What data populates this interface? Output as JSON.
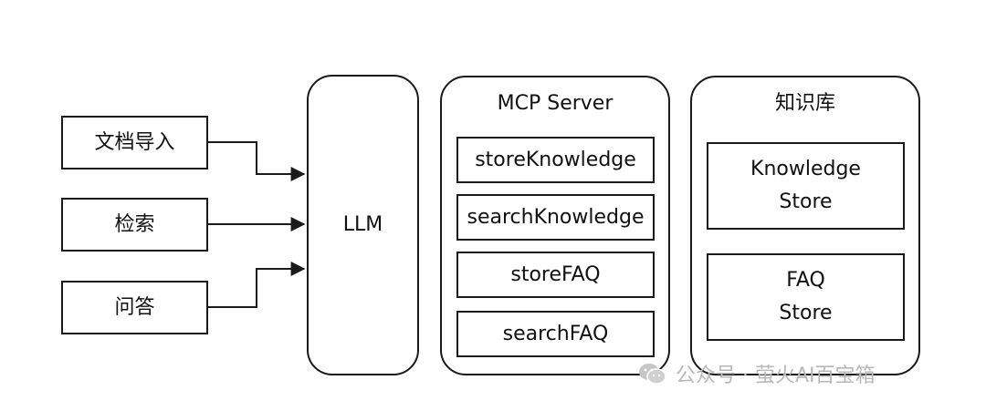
{
  "diagram": {
    "inputs": [
      "文档导入",
      "检索",
      "问答"
    ],
    "llm": "LLM",
    "mcp_server": {
      "title": "MCP Server",
      "tools": [
        "storeKnowledge",
        "searchKnowledge",
        "storeFAQ",
        "searchFAQ"
      ]
    },
    "knowledge_base": {
      "title": "知识库",
      "stores": [
        {
          "line1": "Knowledge",
          "line2": "Store"
        },
        {
          "line1": "FAQ",
          "line2": "Store"
        }
      ]
    }
  },
  "watermark": {
    "text": "公众号 · 萤火AI百宝箱",
    "icon": "wechat-icon"
  },
  "colors": {
    "stroke": "#1a1a1a",
    "watermark": "#b8b8b8"
  }
}
